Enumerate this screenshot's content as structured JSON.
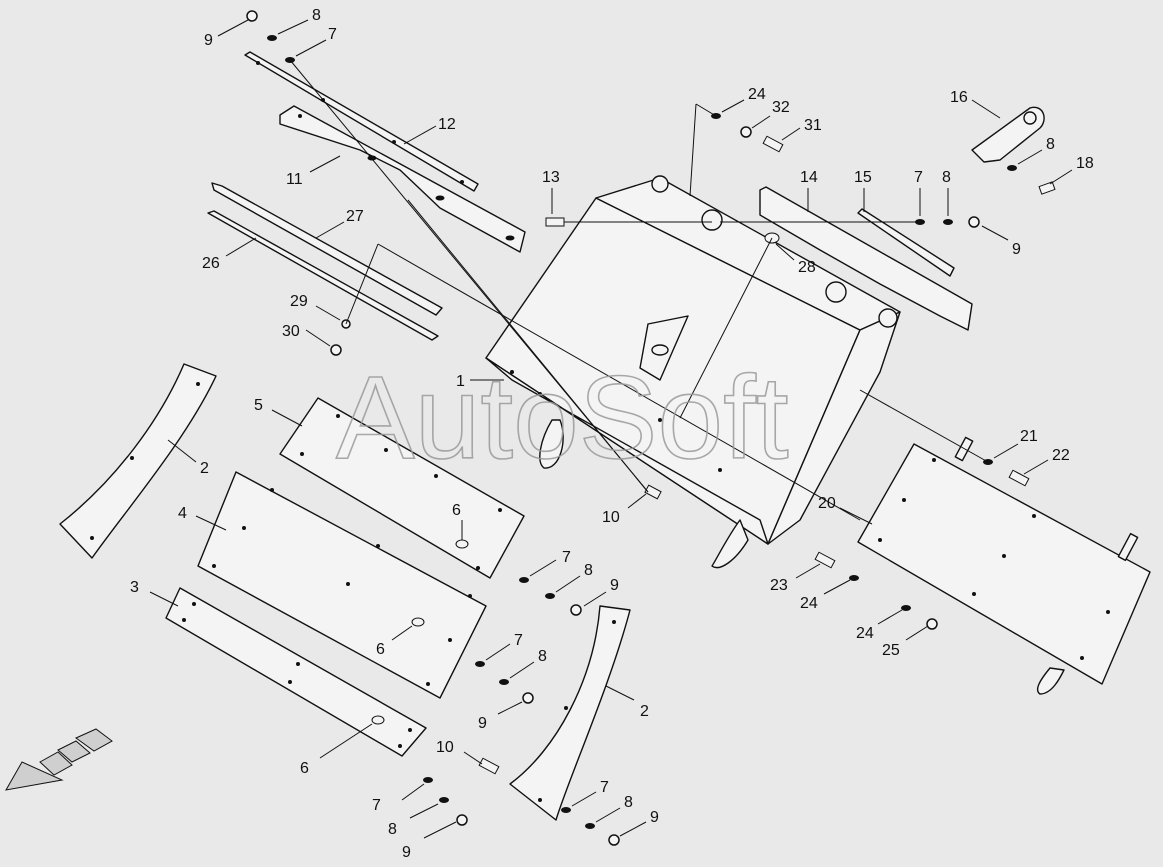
{
  "watermark": "AutoSoft",
  "colors": {
    "background": "#e9e9e9",
    "line": "#111111",
    "part_fill": "#f4f4f4",
    "watermark": "#9a9a9a"
  },
  "callouts": [
    "9",
    "8",
    "7",
    "12",
    "11",
    "27",
    "26",
    "29",
    "30",
    "1",
    "5",
    "2",
    "4",
    "3",
    "6",
    "6",
    "6",
    "7",
    "8",
    "9",
    "7",
    "8",
    "9",
    "7",
    "8",
    "9",
    "10",
    "10",
    "24",
    "32",
    "31",
    "13",
    "14",
    "15",
    "7",
    "8",
    "9",
    "28",
    "16",
    "8",
    "18",
    "21",
    "22",
    "20",
    "23",
    "24",
    "24",
    "25",
    "2",
    "7",
    "8",
    "9"
  ],
  "icons": {
    "direction_arrow": "direction-arrow-icon"
  }
}
